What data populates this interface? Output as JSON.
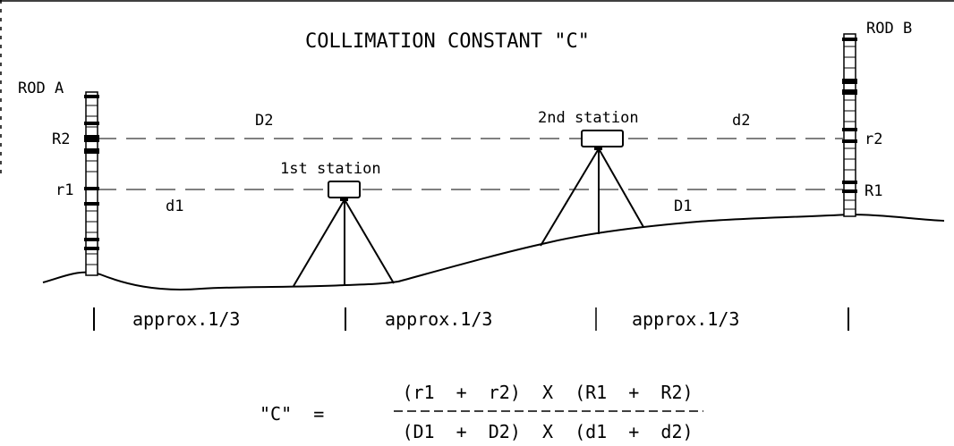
{
  "title": "COLLIMATION CONSTANT \"C\"",
  "rods": {
    "a": {
      "label": "ROD A"
    },
    "b": {
      "label": "ROD B"
    }
  },
  "readings": {
    "r1": "r1",
    "R2": "R2",
    "r2": "r2",
    "R1": "R1"
  },
  "distances": {
    "D2": "D2",
    "d1": "d1",
    "d2": "d2",
    "D1": "D1"
  },
  "stations": {
    "first": "1st station",
    "second": "2nd station"
  },
  "spacing": [
    "approx.1/3",
    "approx.1/3",
    "approx.1/3"
  ],
  "formula": {
    "lhs": "\"C\"  =",
    "numerator": "(r1  +  r2)  X  (R1  +  R2)",
    "denominator": "(D1  +  D2)  X  (d1  +  d2)"
  }
}
